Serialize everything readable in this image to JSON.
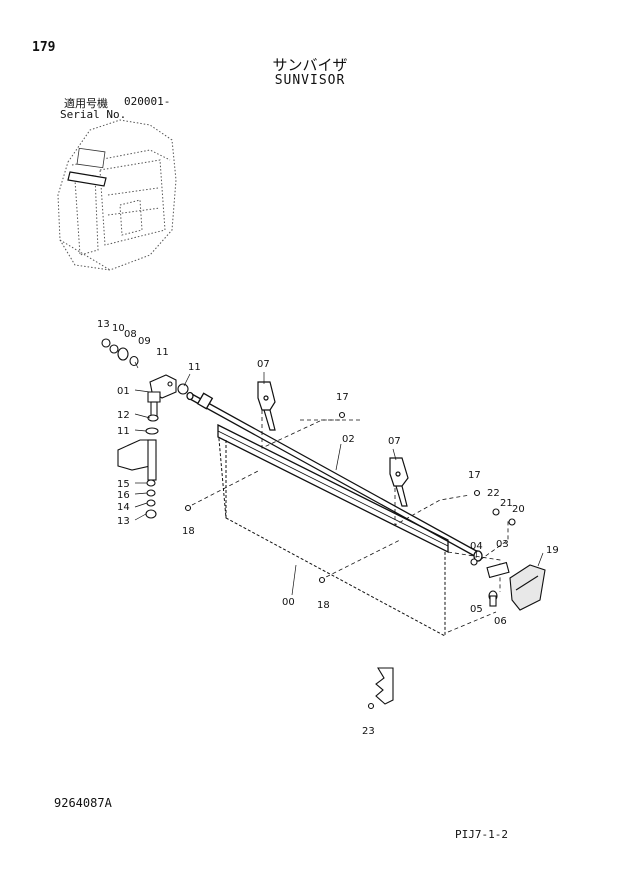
{
  "header": {
    "page_number": "179",
    "title_jp": "サンバイザ",
    "title_en": "SUNVISOR",
    "serial_label_jp": "適用号機",
    "serial_value": "020001-",
    "serial_label_en": "Serial No."
  },
  "footer": {
    "doc_number": "9264087A",
    "page_code": "PIJ7-1-2"
  },
  "callouts": [
    {
      "id": "c13a",
      "text": "13"
    },
    {
      "id": "c10",
      "text": "10"
    },
    {
      "id": "c08",
      "text": "08"
    },
    {
      "id": "c09",
      "text": "09"
    },
    {
      "id": "c11a",
      "text": "11"
    },
    {
      "id": "c11b",
      "text": "11"
    },
    {
      "id": "c01",
      "text": "01"
    },
    {
      "id": "c12",
      "text": "12"
    },
    {
      "id": "c11c",
      "text": "11"
    },
    {
      "id": "c15",
      "text": "15"
    },
    {
      "id": "c16",
      "text": "16"
    },
    {
      "id": "c14",
      "text": "14"
    },
    {
      "id": "c13b",
      "text": "13"
    },
    {
      "id": "c18a",
      "text": "18"
    },
    {
      "id": "c07a",
      "text": "07"
    },
    {
      "id": "c17a",
      "text": "17"
    },
    {
      "id": "c02",
      "text": "02"
    },
    {
      "id": "c07b",
      "text": "07"
    },
    {
      "id": "c17b",
      "text": "17"
    },
    {
      "id": "c22",
      "text": "22"
    },
    {
      "id": "c21",
      "text": "21"
    },
    {
      "id": "c20",
      "text": "20"
    },
    {
      "id": "c04",
      "text": "04"
    },
    {
      "id": "c03",
      "text": "03"
    },
    {
      "id": "c19",
      "text": "19"
    },
    {
      "id": "c05",
      "text": "05"
    },
    {
      "id": "c06",
      "text": "06"
    },
    {
      "id": "c00",
      "text": "00"
    },
    {
      "id": "c18b",
      "text": "18"
    },
    {
      "id": "c23",
      "text": "23"
    }
  ]
}
